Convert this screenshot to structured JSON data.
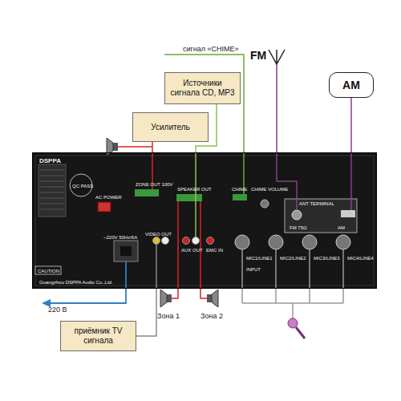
{
  "diagram": {
    "nodes": [
      {
        "text": [
          "Источники сигнала CD, MP3"
        ]
      },
      {
        "text": [
          "AM"
        ]
      },
      {
        "text": [
          "Усилитель"
        ]
      },
      {
        "text": [
          "DSPPA",
          "AC POWER",
          "~220V 50Hz/6A",
          "ZONE OUT 100V",
          "SPEAKER OUT",
          "CHIME",
          "CHIME VOLUME",
          "ANT TERMINAL",
          "FM 75Ω",
          "AM",
          "VIDEO OUT",
          "AUX OUT",
          "EMC IN",
          "MIC1/LINE1",
          "MIC2/LINE2",
          "MIC3/LINE3",
          "MIC4/LINE4",
          "INPUT",
          "Guangzhou DSPPA Audio Co.,Ltd.",
          "CAUTION",
          "QC PASS"
        ]
      },
      {
        "text": [
          "приёмник TV сигнала"
        ]
      }
    ],
    "edges": [
      {
        "from": 0,
        "to": 3,
        "arrow": "none"
      },
      {
        "from": 1,
        "to": 3,
        "arrow": "none"
      },
      {
        "from": 2,
        "to": 3,
        "arrow": "none"
      },
      {
        "from": 3,
        "to": 4,
        "arrow": "none"
      }
    ],
    "labels": [
      "сигнал «CHIME»",
      "FM",
      "220 В",
      "Зона 1",
      "Зона 2"
    ]
  }
}
